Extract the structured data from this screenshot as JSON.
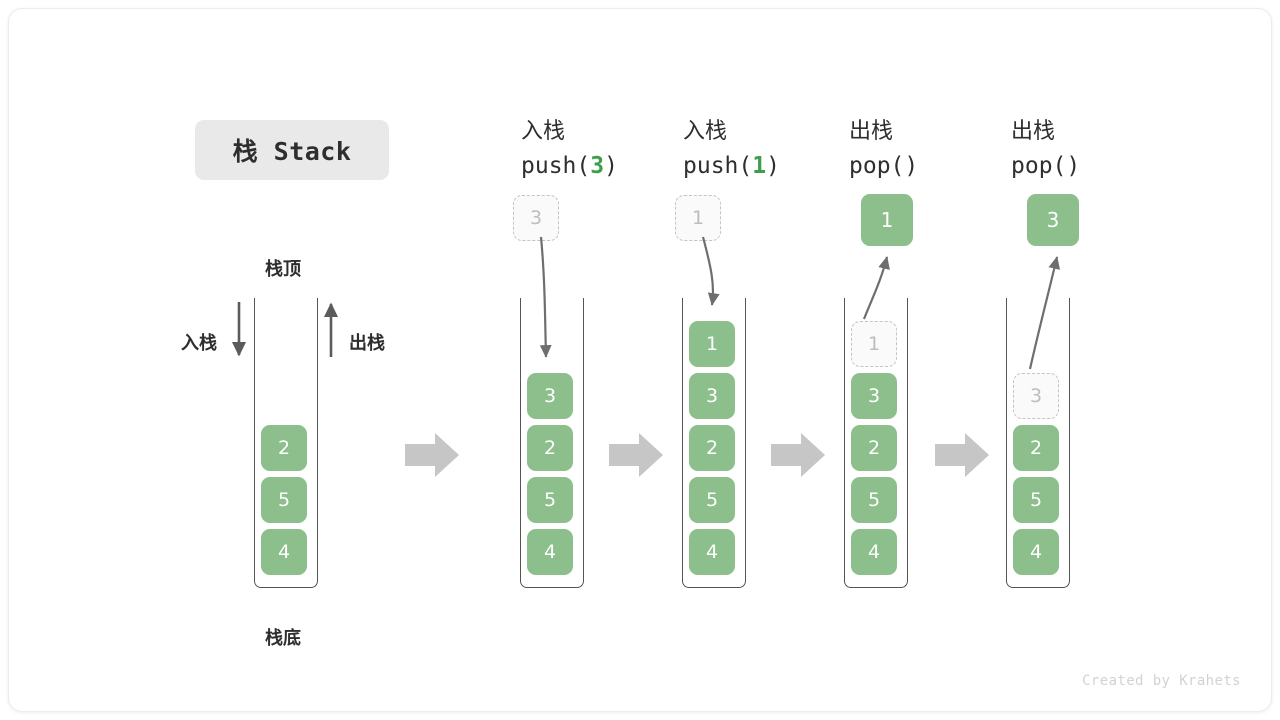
{
  "title": {
    "badge_label": "栈 Stack"
  },
  "labels": {
    "stack_top": "栈顶",
    "stack_bottom": "栈底",
    "push_side": "入栈",
    "pop_side": "出栈"
  },
  "footer": {
    "credit": "Created by Krahets"
  },
  "colors": {
    "cell_fill": "#8cbf8c",
    "cell_text": "#ffffff",
    "ghost_border": "#c4c4c4",
    "ghost_text": "#bdbdbd",
    "accent_green": "#3f9e4d",
    "container_stroke": "#555555",
    "arrow_gray": "#c6c6c6",
    "curve_gray": "#6e6e6e",
    "badge_bg": "#e9e9e9"
  },
  "columns": [
    {
      "id": "initial",
      "head_cn": "",
      "head_code": "",
      "head_code_num": "",
      "cells": [
        "2",
        "5",
        "4"
      ]
    },
    {
      "id": "push-3",
      "head_cn": "入栈",
      "head_code_prefix": "push(",
      "head_code_num": "3",
      "head_code_suffix": ")",
      "source_ghost": "3",
      "cells": [
        "3",
        "2",
        "5",
        "4"
      ]
    },
    {
      "id": "push-1",
      "head_cn": "入栈",
      "head_code_prefix": "push(",
      "head_code_num": "1",
      "head_code_suffix": ")",
      "source_ghost": "1",
      "cells": [
        "1",
        "3",
        "2",
        "5",
        "4"
      ]
    },
    {
      "id": "pop-1",
      "head_cn": "出栈",
      "head_code_prefix": "pop(",
      "head_code_num": "",
      "head_code_suffix": ")",
      "popped": "1",
      "ghost_in_stack": "1",
      "cells": [
        "3",
        "2",
        "5",
        "4"
      ]
    },
    {
      "id": "pop-3",
      "head_cn": "出栈",
      "head_code_prefix": "pop(",
      "head_code_num": "",
      "head_code_suffix": ")",
      "popped": "3",
      "ghost_in_stack": "3",
      "cells": [
        "2",
        "5",
        "4"
      ]
    }
  ],
  "icons": {
    "step_arrow": "right-block-arrow-icon",
    "push_arrow": "down-arrow-icon",
    "pop_arrow": "up-arrow-icon"
  }
}
